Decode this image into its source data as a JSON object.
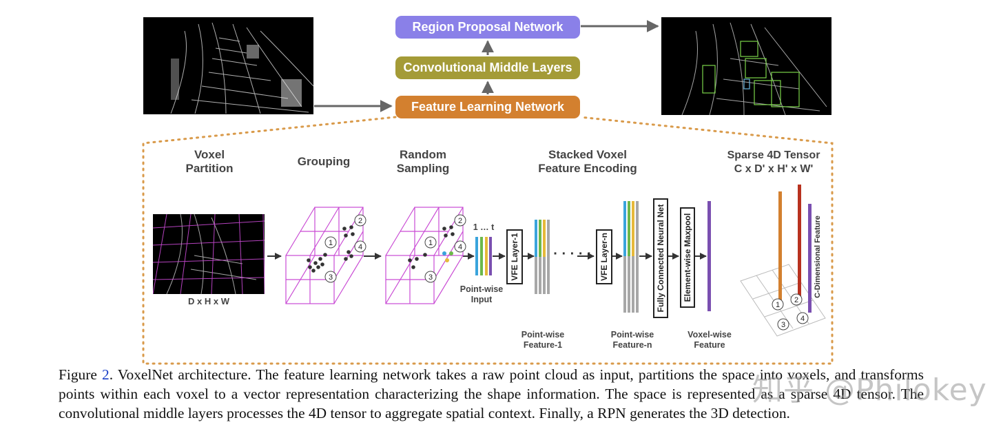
{
  "pipeline": {
    "rpn_label": "Region Proposal Network",
    "cml_label": "Convolutional Middle Layers",
    "fln_label": "Feature Learning Network",
    "colors": {
      "rpn": "#8a80e8",
      "cml": "#a49b37",
      "fln": "#d3802f",
      "dots": "#d99a4a",
      "cube": "#c94ad4"
    }
  },
  "stages": {
    "voxel_partition": [
      "Voxel",
      "Partition"
    ],
    "grouping": "Grouping",
    "random_sampling": [
      "Random",
      "Sampling"
    ],
    "svfe": [
      "Stacked Voxel",
      "Feature Encoding"
    ],
    "sparse_tensor": [
      "Sparse 4D Tensor",
      "C x D' x H' x W'"
    ],
    "dims": "D x H x W"
  },
  "vfe": {
    "one_to_t": "1 … t",
    "pointwise_input": [
      "Point-wise",
      "Input"
    ],
    "layer1": "VFE Layer-1",
    "layern": "VFE Layer-n",
    "dots": "· · · · ·",
    "pwf1": [
      "Point-wise",
      "Feature-1"
    ],
    "pwfn": [
      "Point-wise",
      "Feature-n"
    ],
    "fcn": "Fully Connected Neural Net",
    "maxpool": "Element-wise Maxpool",
    "voxelwise": [
      "Voxel-wise",
      "Feature"
    ],
    "cdim": "C-Dimensional Feature"
  },
  "markers": [
    "1",
    "2",
    "3",
    "4"
  ],
  "caption": {
    "prefix": "Figure ",
    "fig_number": "2",
    "text": ". VoxelNet architecture.  The feature learning network takes a raw point cloud as input, partitions the space into voxels, and transforms points within each voxel to a vector representation characterizing the shape information. The space is represented as a sparse 4D tensor. The convolutional middle layers processes the 4D tensor to aggregate spatial context. Finally, a RPN generates the 3D detection."
  },
  "watermark": "知乎 @Philokey"
}
